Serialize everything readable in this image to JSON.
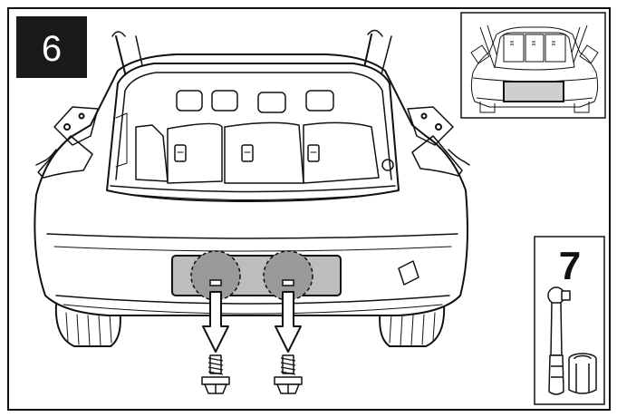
{
  "step": {
    "number": "6"
  },
  "tool_panel": {
    "size_label": "7"
  },
  "colors": {
    "line": "#111111",
    "plate_fill": "#bdbdbd",
    "highlight_fill": "#9a9a9a",
    "badge_fill": "#1a1a1a",
    "background": "#ffffff"
  },
  "icons": [
    "license-plate-area",
    "down-arrow-icon",
    "bolt-icon",
    "ratchet-wrench-icon",
    "socket-icon"
  ]
}
